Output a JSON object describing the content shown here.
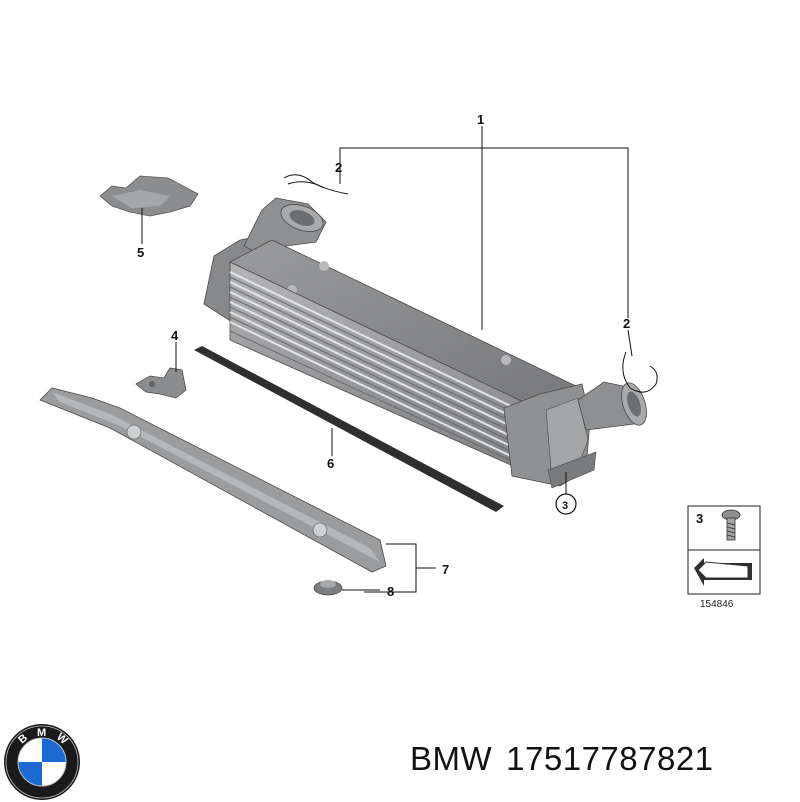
{
  "diagram": {
    "callouts": {
      "c1": "1",
      "c2a": "2",
      "c2b": "2",
      "c3": "3",
      "c4": "4",
      "c5": "5",
      "c6": "6",
      "c7": "7",
      "c8": "8"
    },
    "legend": {
      "item_number": "3",
      "diagram_number": "154846"
    },
    "colors": {
      "part_gray": "#8e8f91",
      "part_dark": "#5f6062",
      "part_light": "#c7c8ca",
      "bmw_blue": "#1c69d4"
    }
  },
  "footer": {
    "brand": "BMW",
    "part_number": "17517787821",
    "logo_text": "BMW"
  }
}
